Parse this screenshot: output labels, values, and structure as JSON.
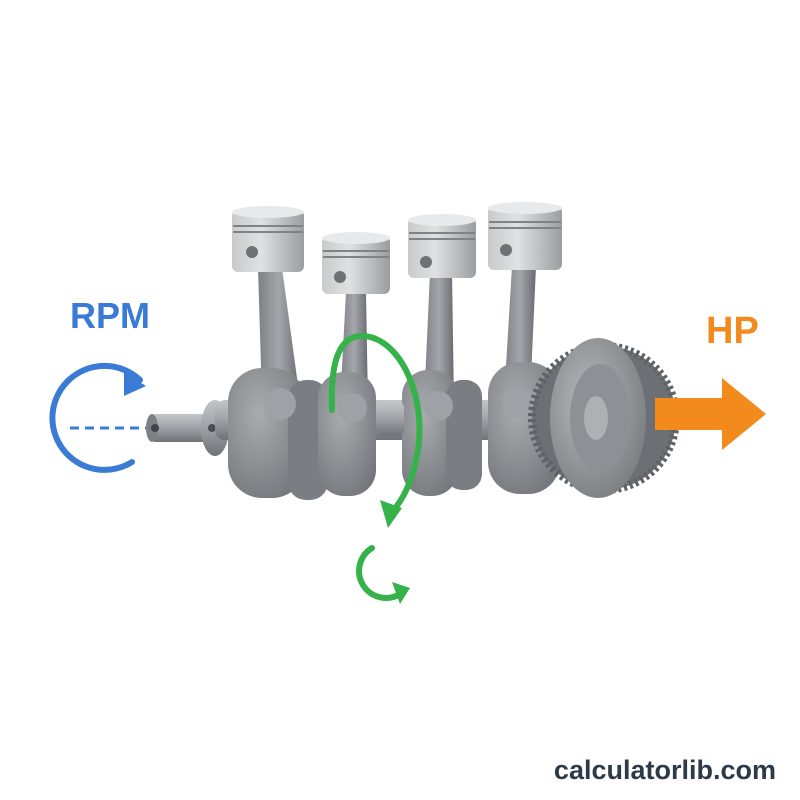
{
  "labels": {
    "rpm": "RPM",
    "hp": "HP"
  },
  "brand": {
    "text": "calculatorlib.com"
  },
  "colors": {
    "rpm": "#3a7bd5",
    "torque": "#35b34a",
    "hp": "#f28a1e",
    "metal_dark": "#6f7377",
    "metal_mid": "#8c9094",
    "metal_light": "#b3b6b9",
    "metal_highlight": "#dcdedf",
    "brand_text": "#2e3a48"
  },
  "icons": {
    "rpm_rotation": "circular-arrow-icon",
    "torque_rotation": "circular-arrow-icon",
    "hp_output": "right-arrow-icon"
  },
  "pistons": 4
}
